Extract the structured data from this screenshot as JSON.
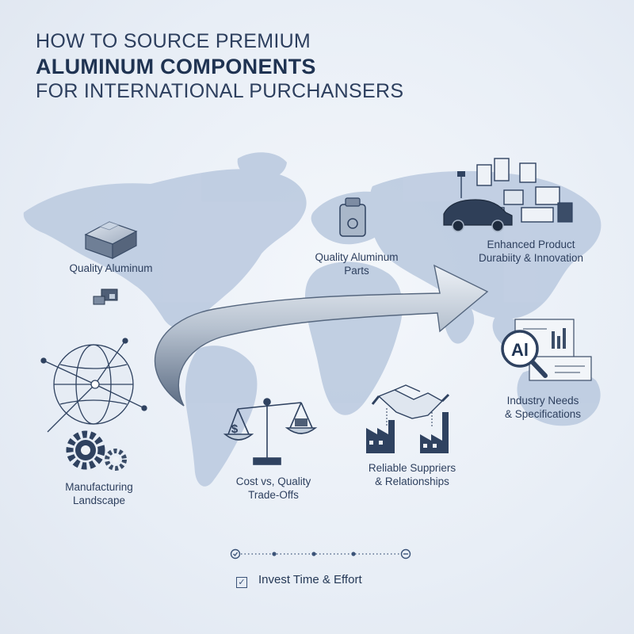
{
  "title": {
    "line1": "HOW TO SOURCE PREMIUM",
    "line2": "ALUMINUM COMPONENTS",
    "line3": "FOR INTERNATIONAL PURCHANSERS"
  },
  "labels": {
    "quality_aluminum": "Quality Aluminum",
    "quality_parts_1": "Quality Aluminum",
    "quality_parts_2": "Parts",
    "enhanced_1": "Enhanced Product",
    "enhanced_2": "Durabiity & Innovation",
    "industry_1": "Industry Needs",
    "industry_2": "& Specifications",
    "manufacturing_1": "Manufacturing",
    "manufacturing_2": "Landscape",
    "cost_1": "Cost vs, Quality",
    "cost_2": "Trade-Offs",
    "reliable_1": "Reliable Suppriers",
    "reliable_2": "& Relationships",
    "invest": "Invest Time & Effort",
    "dollar_sign": "$",
    "al_symbol": "Al"
  },
  "icons": {
    "globe": "globe-icon",
    "gears": "gears-icon",
    "cube": "aluminum-cube-icon",
    "scale": "balance-scale-icon",
    "handshake": "handshake-icon",
    "magnifier": "magnifier-icon",
    "arrow": "curved-arrow-icon",
    "car": "car-icon"
  },
  "colors": {
    "map": "#bccbe0",
    "navy": "#2b3e5c",
    "accent": "#3b5378"
  }
}
